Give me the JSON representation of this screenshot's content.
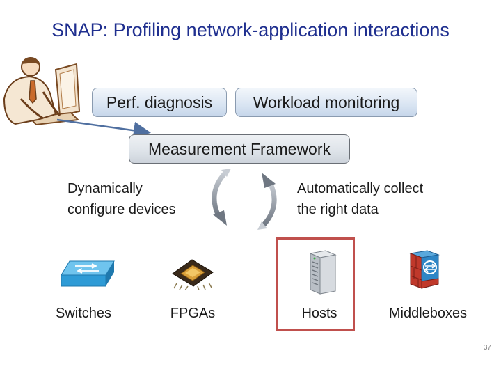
{
  "title": "SNAP: Profiling network-application interactions",
  "top_boxes": {
    "perf": "Perf. diagnosis",
    "workload": "Workload monitoring"
  },
  "framework": "Measurement Framework",
  "left_text": {
    "line1": "Dynamically",
    "line2": "configure devices"
  },
  "right_text": {
    "line1": "Automatically collect",
    "line2": "the right data"
  },
  "devices": [
    {
      "label": "Switches",
      "icon": "switch-icon"
    },
    {
      "label": "FPGAs",
      "icon": "fpga-chip-icon"
    },
    {
      "label": "Hosts",
      "icon": "server-icon"
    },
    {
      "label": "Middleboxes",
      "icon": "firewall-icon"
    }
  ],
  "page_number": "37",
  "colors": {
    "title": "#1f2f8f",
    "highlight": "#c0504d",
    "arrow": "#4f6fa0",
    "switch": "#2e9bd6"
  }
}
